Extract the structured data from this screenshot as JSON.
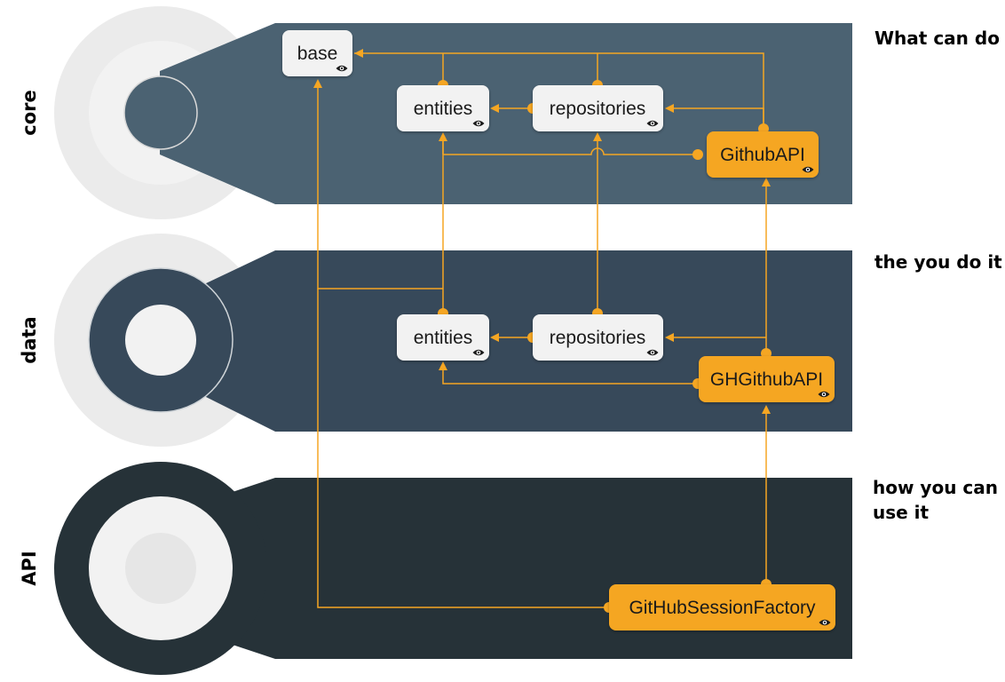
{
  "layers": [
    {
      "id": "core",
      "label": "core",
      "description_lines": [
        "What can do"
      ],
      "band_color": "#4b6272",
      "ring_outer": "#ebebeb",
      "ring_middle": "#f2f2f2",
      "ring_inner": "#4b6272"
    },
    {
      "id": "data",
      "label": "data",
      "description_lines": [
        "the you do it"
      ],
      "band_color": "#37495a",
      "ring_outer": "#ebebeb",
      "ring_middle": "#37495a",
      "ring_inner": "#f2f2f2"
    },
    {
      "id": "api",
      "label": "API",
      "description_lines": [
        "how you can",
        "use it"
      ],
      "band_color": "#263238",
      "ring_outer": "#263238",
      "ring_middle": "#f2f2f2",
      "ring_inner": "#e6e6e6"
    }
  ],
  "nodes": [
    {
      "id": "core-base",
      "label": "base",
      "style": "plain",
      "icon": "eye-icon"
    },
    {
      "id": "core-entities",
      "label": "entities",
      "style": "plain",
      "icon": "eye-icon"
    },
    {
      "id": "core-repositories",
      "label": "repositories",
      "style": "plain",
      "icon": "eye-icon"
    },
    {
      "id": "core-githubapi",
      "label": "GithubAPI",
      "style": "accent",
      "icon": "eye-icon"
    },
    {
      "id": "data-entities",
      "label": "entities",
      "style": "plain",
      "icon": "eye-icon"
    },
    {
      "id": "data-repositories",
      "label": "repositories",
      "style": "plain",
      "icon": "eye-icon"
    },
    {
      "id": "data-ghgithubapi",
      "label": "GHGithubAPI",
      "style": "accent",
      "icon": "eye-icon"
    },
    {
      "id": "api-githubsessionfactory",
      "label": "GitHubSessionFactory",
      "style": "accent",
      "icon": "eye-icon"
    }
  ],
  "edges": [
    {
      "from": "core-entities",
      "to": "core-base"
    },
    {
      "from": "core-repositories",
      "to": "core-base"
    },
    {
      "from": "core-githubapi",
      "to": "core-base"
    },
    {
      "from": "core-repositories",
      "to": "core-entities"
    },
    {
      "from": "core-githubapi",
      "to": "core-repositories"
    },
    {
      "from": "core-githubapi",
      "to": "core-entities"
    },
    {
      "from": "data-entities",
      "to": "core-base"
    },
    {
      "from": "data-entities",
      "to": "core-entities"
    },
    {
      "from": "data-repositories",
      "to": "core-repositories"
    },
    {
      "from": "data-repositories",
      "to": "data-entities"
    },
    {
      "from": "data-ghgithubapi",
      "to": "data-repositories"
    },
    {
      "from": "data-ghgithubapi",
      "to": "data-entities"
    },
    {
      "from": "data-ghgithubapi",
      "to": "core-githubapi"
    },
    {
      "from": "api-githubsessionfactory",
      "to": "data-ghgithubapi"
    },
    {
      "from": "api-githubsessionfactory",
      "to": "core-base"
    }
  ],
  "colors": {
    "accent": "#f5a623",
    "node_fill": "#f2f2f2",
    "edge": "#f5a623",
    "text": "#1a1a1a"
  }
}
